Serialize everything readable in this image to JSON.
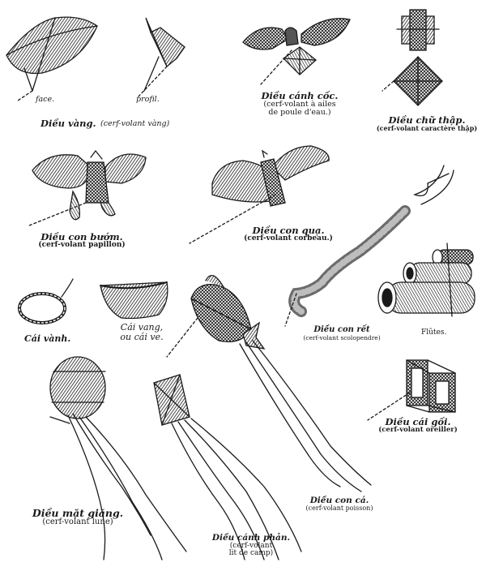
{
  "plate": {
    "colors": {
      "ink": "#1a1a1a",
      "paper": "#ffffff",
      "fill": "#8a8a8a"
    },
    "labels": {
      "vang_face": "face.",
      "vang_profil": "profil.",
      "vang_vi": "Diều vàng.",
      "vang_fr": "(cerf-volant vàng)",
      "coc_vi": "Diều cánh cốc.",
      "coc_fr1": "(cerf-volant à ailes",
      "coc_fr2": "de poule d'eau.)",
      "thap_vi": "Diều chữ thập.",
      "thap_fr": "(cerf-volant caractère thập)",
      "buom_vi": "Diều con bướm.",
      "buom_fr": "(cerf-volant papillon)",
      "qua_vi": "Diều con quạ.",
      "qua_fr": "(cerf-volant corbeau.)",
      "ret_vi": "Diều con rết",
      "ret_fr": "(cerf-volant scolopendre)",
      "flutes": "Flûtes.",
      "vanh": "Cái vành.",
      "vang_ve1": "Cái vang,",
      "vang_ve2": "ou cái ve.",
      "goi_vi": "Diều cái gối.",
      "goi_fr": "(cerf-volant oreiller)",
      "ca_vi": "Diều con cá.",
      "ca_fr": "(cerf-volant poisson)",
      "giang_vi": "Diều mặt giăng.",
      "giang_fr": "(cerf-volant lune)",
      "phan_vi": "Diều cánh phản.",
      "phan_fr1": "(cerf-volant",
      "phan_fr2": "lit de camp)"
    }
  }
}
